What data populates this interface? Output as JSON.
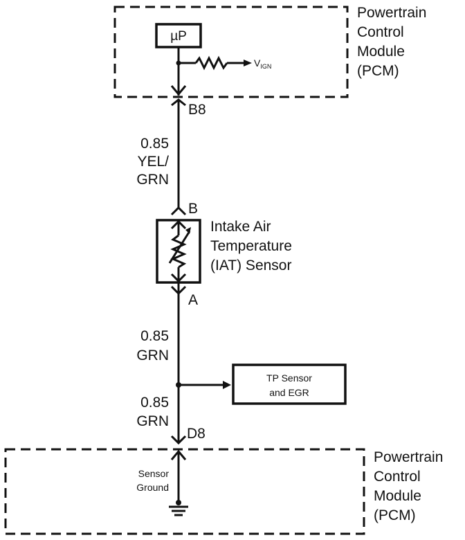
{
  "top_module": {
    "label_lines": [
      "Powertrain",
      "Control",
      "Module",
      "(PCM)"
    ],
    "microprocessor_label": "µP",
    "supply_label": "V",
    "supply_subscript": "IGN"
  },
  "pins": {
    "pcm_top": "B8",
    "sensor_b": "B",
    "sensor_a": "A",
    "pcm_bottom": "D8"
  },
  "wires": {
    "upper_gauge": "0.85",
    "upper_color_lines": [
      "YEL/",
      "GRN"
    ],
    "lower_gauge": "0.85",
    "lower_color": "GRN",
    "bottom_gauge": "0.85",
    "bottom_color": "GRN"
  },
  "iat_sensor": {
    "label_lines": [
      "Intake Air",
      "Temperature",
      "(IAT) Sensor"
    ]
  },
  "tp_box": {
    "label_lines": [
      "TP Sensor",
      "and EGR"
    ]
  },
  "bottom_module": {
    "label_lines": [
      "Powertrain",
      "Control",
      "Module",
      "(PCM)"
    ],
    "ground_label_lines": [
      "Sensor",
      "Ground"
    ]
  }
}
